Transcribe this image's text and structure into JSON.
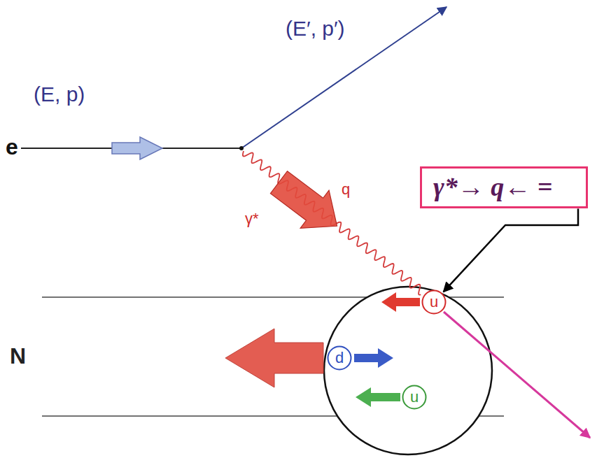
{
  "diagram": {
    "nodes": [
      {
        "text": [
          "γ*→ q← ="
        ]
      },
      {
        "text": [
          "N"
        ]
      },
      {
        "text": [
          "u"
        ],
        "in": 1
      },
      {
        "text": [
          "d"
        ],
        "in": 1
      },
      {
        "text": [
          "u"
        ],
        "in": 1
      }
    ],
    "edges": [
      {
        "from": 0,
        "to": 2,
        "arrow": "to"
      }
    ],
    "labels": [
      "(E′, p′)",
      "(E, p)",
      "e",
      "γ*",
      "q"
    ]
  }
}
